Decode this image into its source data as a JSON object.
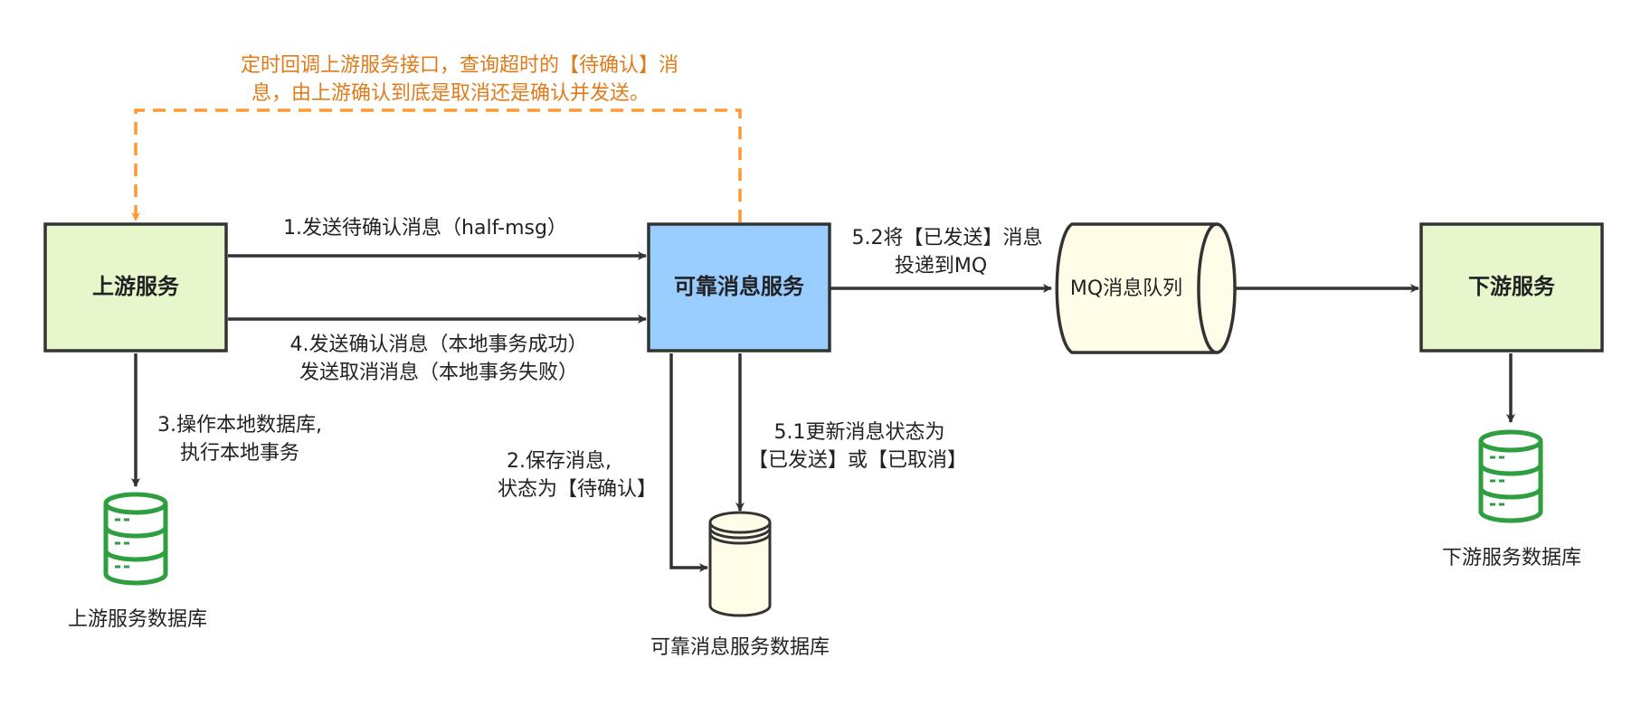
{
  "colors": {
    "green_fill": "#e6f7cc",
    "blue_fill": "#99ccff",
    "cylinder_fill": "#fffde8",
    "stroke": "#333333",
    "callback_orange": "#ff9933",
    "callback_text": "#e07b1a",
    "db_icon_green": "#2e9e3e"
  },
  "nodes": {
    "upstream": {
      "label": "上游服务"
    },
    "reliable": {
      "label": "可靠消息服务"
    },
    "mq": {
      "label": "MQ消息队列"
    },
    "downstream": {
      "label": "下游服务"
    }
  },
  "databases": {
    "upstream_db": {
      "label": "上游服务数据库",
      "icon": "database-icon"
    },
    "reliable_db": {
      "label": "可靠消息服务数据库",
      "icon": "database-cylinder-icon"
    },
    "downstream_db": {
      "label": "下游服务数据库",
      "icon": "database-icon"
    }
  },
  "edges": {
    "half_msg": {
      "label": "1.发送待确认消息（half-msg）"
    },
    "confirm": {
      "line1": "4.发送确认消息（本地事务成功）",
      "line2": "发送取消消息（本地事务失败）"
    },
    "local_db": {
      "line1": "3.操作本地数据库,",
      "line2": "执行本地事务"
    },
    "save_msg": {
      "line1": "2.保存消息,",
      "line2": "状态为【待确认】"
    },
    "update_status": {
      "line1": "5.1更新消息状态为",
      "line2": "【已发送】或【已取消】"
    },
    "deliver_mq": {
      "line1": "5.2将【已发送】消息",
      "line2": "投递到MQ"
    },
    "callback": {
      "line1": "定时回调上游服务接口，查询超时的【待确认】消",
      "line2": "息，由上游确认到底是取消还是确认并发送。"
    }
  }
}
